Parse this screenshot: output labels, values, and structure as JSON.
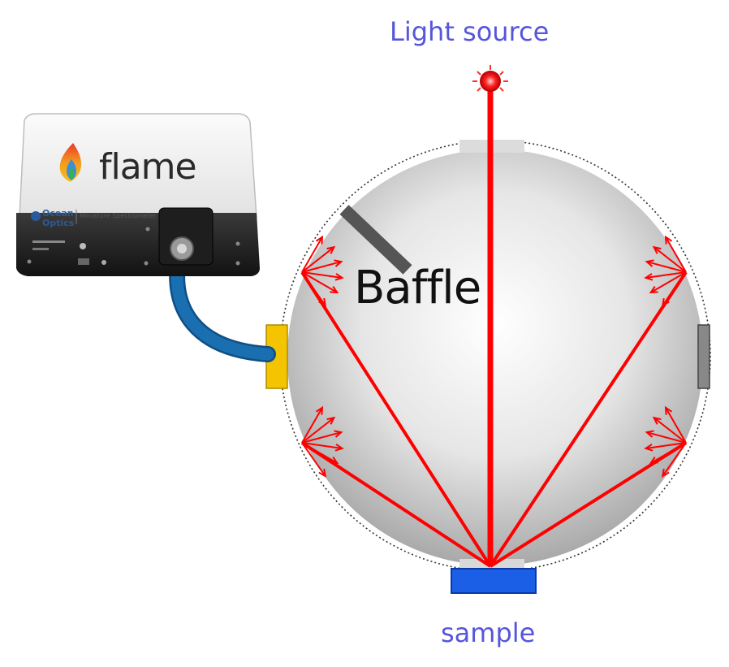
{
  "labels": {
    "light_source": "Light source",
    "baffle": "Baffle",
    "sample": "sample"
  },
  "spectrometer": {
    "brand": "flame",
    "company_line1": "Ocean",
    "company_line2": "Optics",
    "subtitle": "Miniature Spectrometer"
  },
  "colors": {
    "label_text": "#5555dd",
    "ray": "#ff0000",
    "fiber": "#1a6fb0",
    "detector_port": "#f5c400",
    "sample_port": "#1a5fe6",
    "side_port": "#888888",
    "baffle": "#555555"
  }
}
